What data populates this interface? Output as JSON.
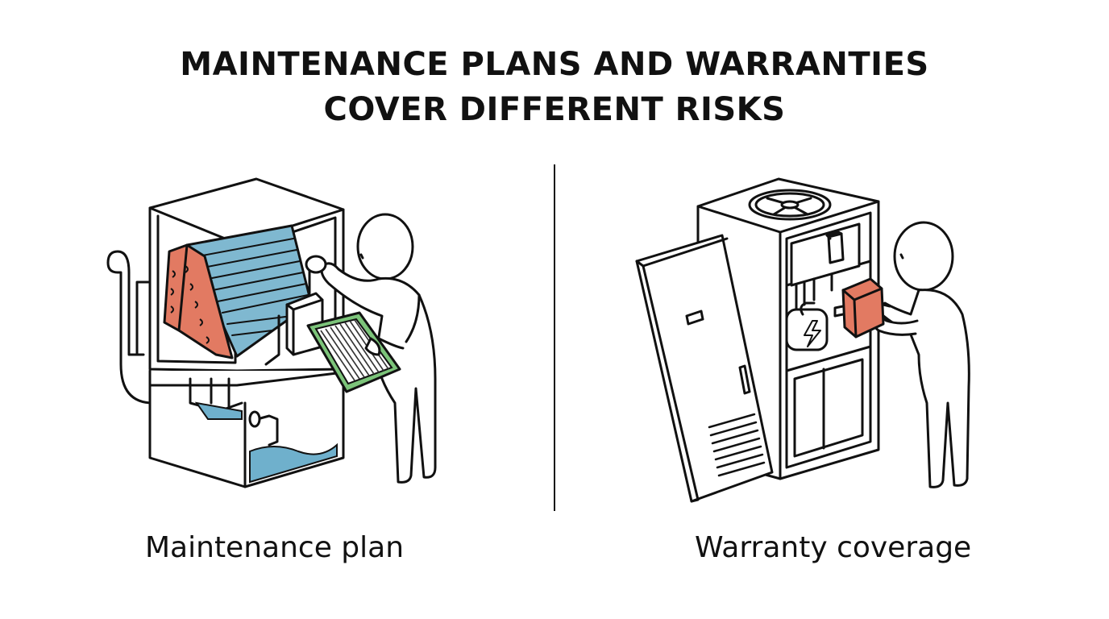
{
  "title": {
    "line1": "MAINTENANCE PLANS AND WARRANTIES",
    "line2": "COVER DIFFERENT RISKS"
  },
  "panels": {
    "left": {
      "caption": "Maintenance plan"
    },
    "right": {
      "caption": "Warranty coverage"
    }
  },
  "colors": {
    "coil_blue": "#7fb8d0",
    "coil_frame_red": "#e27a62",
    "filter_green": "#7cc47a",
    "water_blue": "#6fb0cc",
    "part_red": "#e27a62"
  },
  "icons": [
    "evaporator-coil-icon",
    "air-filter-icon",
    "drain-pan-icon",
    "technician-icon",
    "air-handler-cabinet-icon",
    "cabinet-door-icon",
    "fan-icon",
    "capacitor-icon",
    "replacement-part-icon"
  ]
}
